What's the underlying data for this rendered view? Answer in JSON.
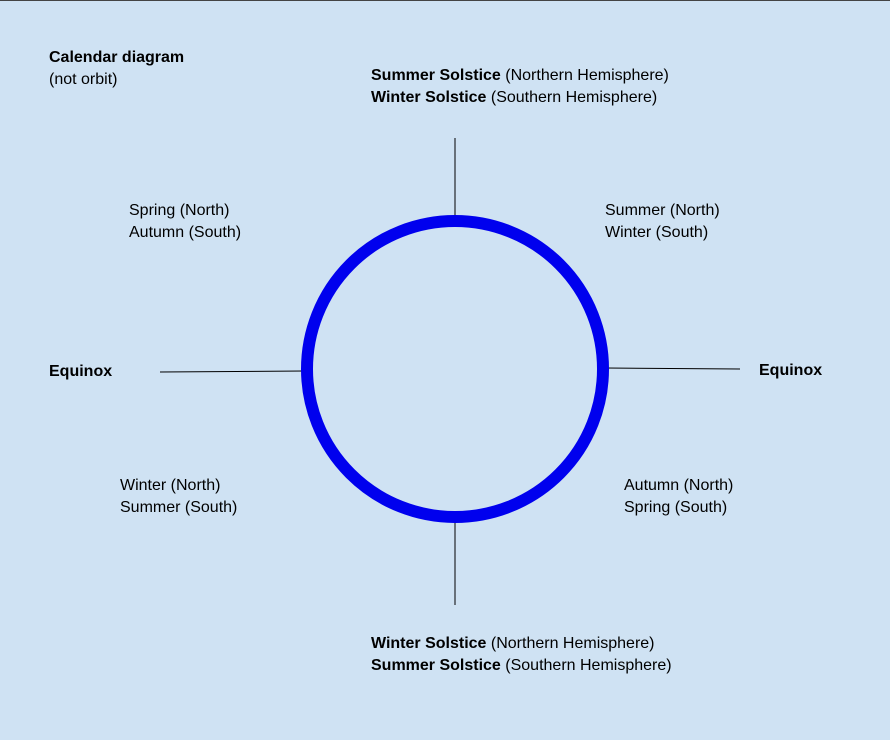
{
  "colors": {
    "background": "#cfe2f3",
    "circle": "#0000ee",
    "lines": "#000000",
    "text": "#000000"
  },
  "caption": {
    "title": "Calendar diagram",
    "subtitle": "(not orbit)"
  },
  "top": {
    "line1_bold": "Summer Solstice",
    "line1_rest": " (Northern Hemisphere)",
    "line2_bold": "Winter Solstice",
    "line2_rest": " (Southern Hemisphere)"
  },
  "bottom": {
    "line1_bold": "Winter Solstice",
    "line1_rest": " (Northern Hemisphere)",
    "line2_bold": "Summer Solstice",
    "line2_rest": " (Southern Hemisphere)"
  },
  "left_marker": "Equinox",
  "right_marker": "Equinox",
  "quadrants": {
    "top_left": {
      "north": "Spring (North)",
      "south": "Autumn (South)"
    },
    "top_right": {
      "north": "Summer (North)",
      "south": "Winter (South)"
    },
    "bottom_left": {
      "north": "Winter (North)",
      "south": "Summer (South)"
    },
    "bottom_right": {
      "north": "Autumn (North)",
      "south": "Spring (South)"
    }
  }
}
